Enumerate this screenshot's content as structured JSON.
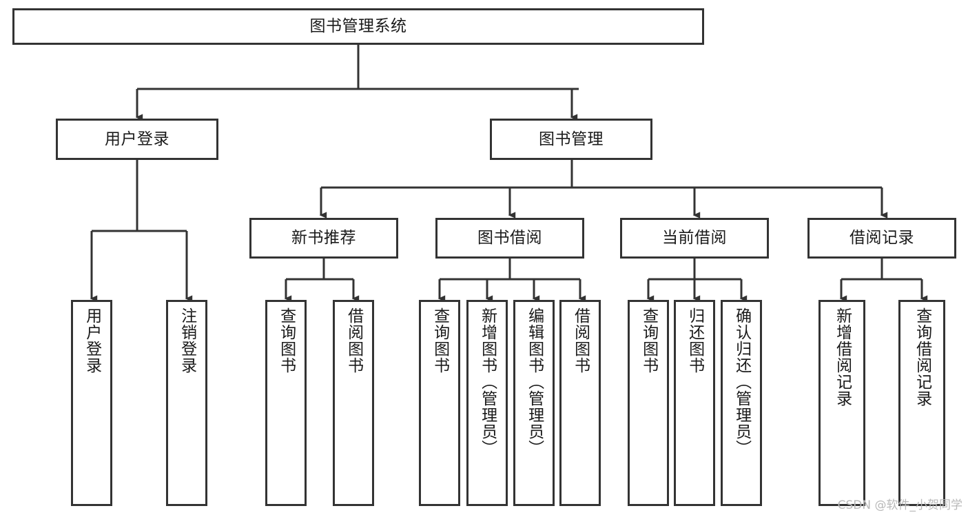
{
  "diagram": {
    "title": "图书管理系统",
    "type": "tree-hierarchy-diagram",
    "watermark": "CSDN @软件_小贺同学",
    "colors": {
      "border": "#333333",
      "background": "#ffffff",
      "text": "#1a1a1a",
      "watermark": "#b9b9b9"
    },
    "root": {
      "label": "图书管理系统"
    },
    "level2": [
      {
        "label": "用户登录"
      },
      {
        "label": "图书管理"
      }
    ],
    "level3": [
      {
        "label": "新书推荐"
      },
      {
        "label": "图书借阅"
      },
      {
        "label": "当前借阅"
      },
      {
        "label": "借阅记录"
      }
    ],
    "leaves": {
      "user_login": [
        {
          "label": "用户登录"
        },
        {
          "label": "注销登录"
        }
      ],
      "new_book_recommend": [
        {
          "label": "查询图书"
        },
        {
          "label": "借阅图书"
        }
      ],
      "book_borrow": [
        {
          "label": "查询图书"
        },
        {
          "label": "新增图书（管理员）"
        },
        {
          "label": "编辑图书（管理员）"
        },
        {
          "label": "借阅图书"
        }
      ],
      "current_borrow": [
        {
          "label": "查询图书"
        },
        {
          "label": "归还图书"
        },
        {
          "label": "确认归还（管理员）"
        }
      ],
      "borrow_record": [
        {
          "label": "新增借阅记录"
        },
        {
          "label": "查询借阅记录"
        }
      ]
    }
  }
}
